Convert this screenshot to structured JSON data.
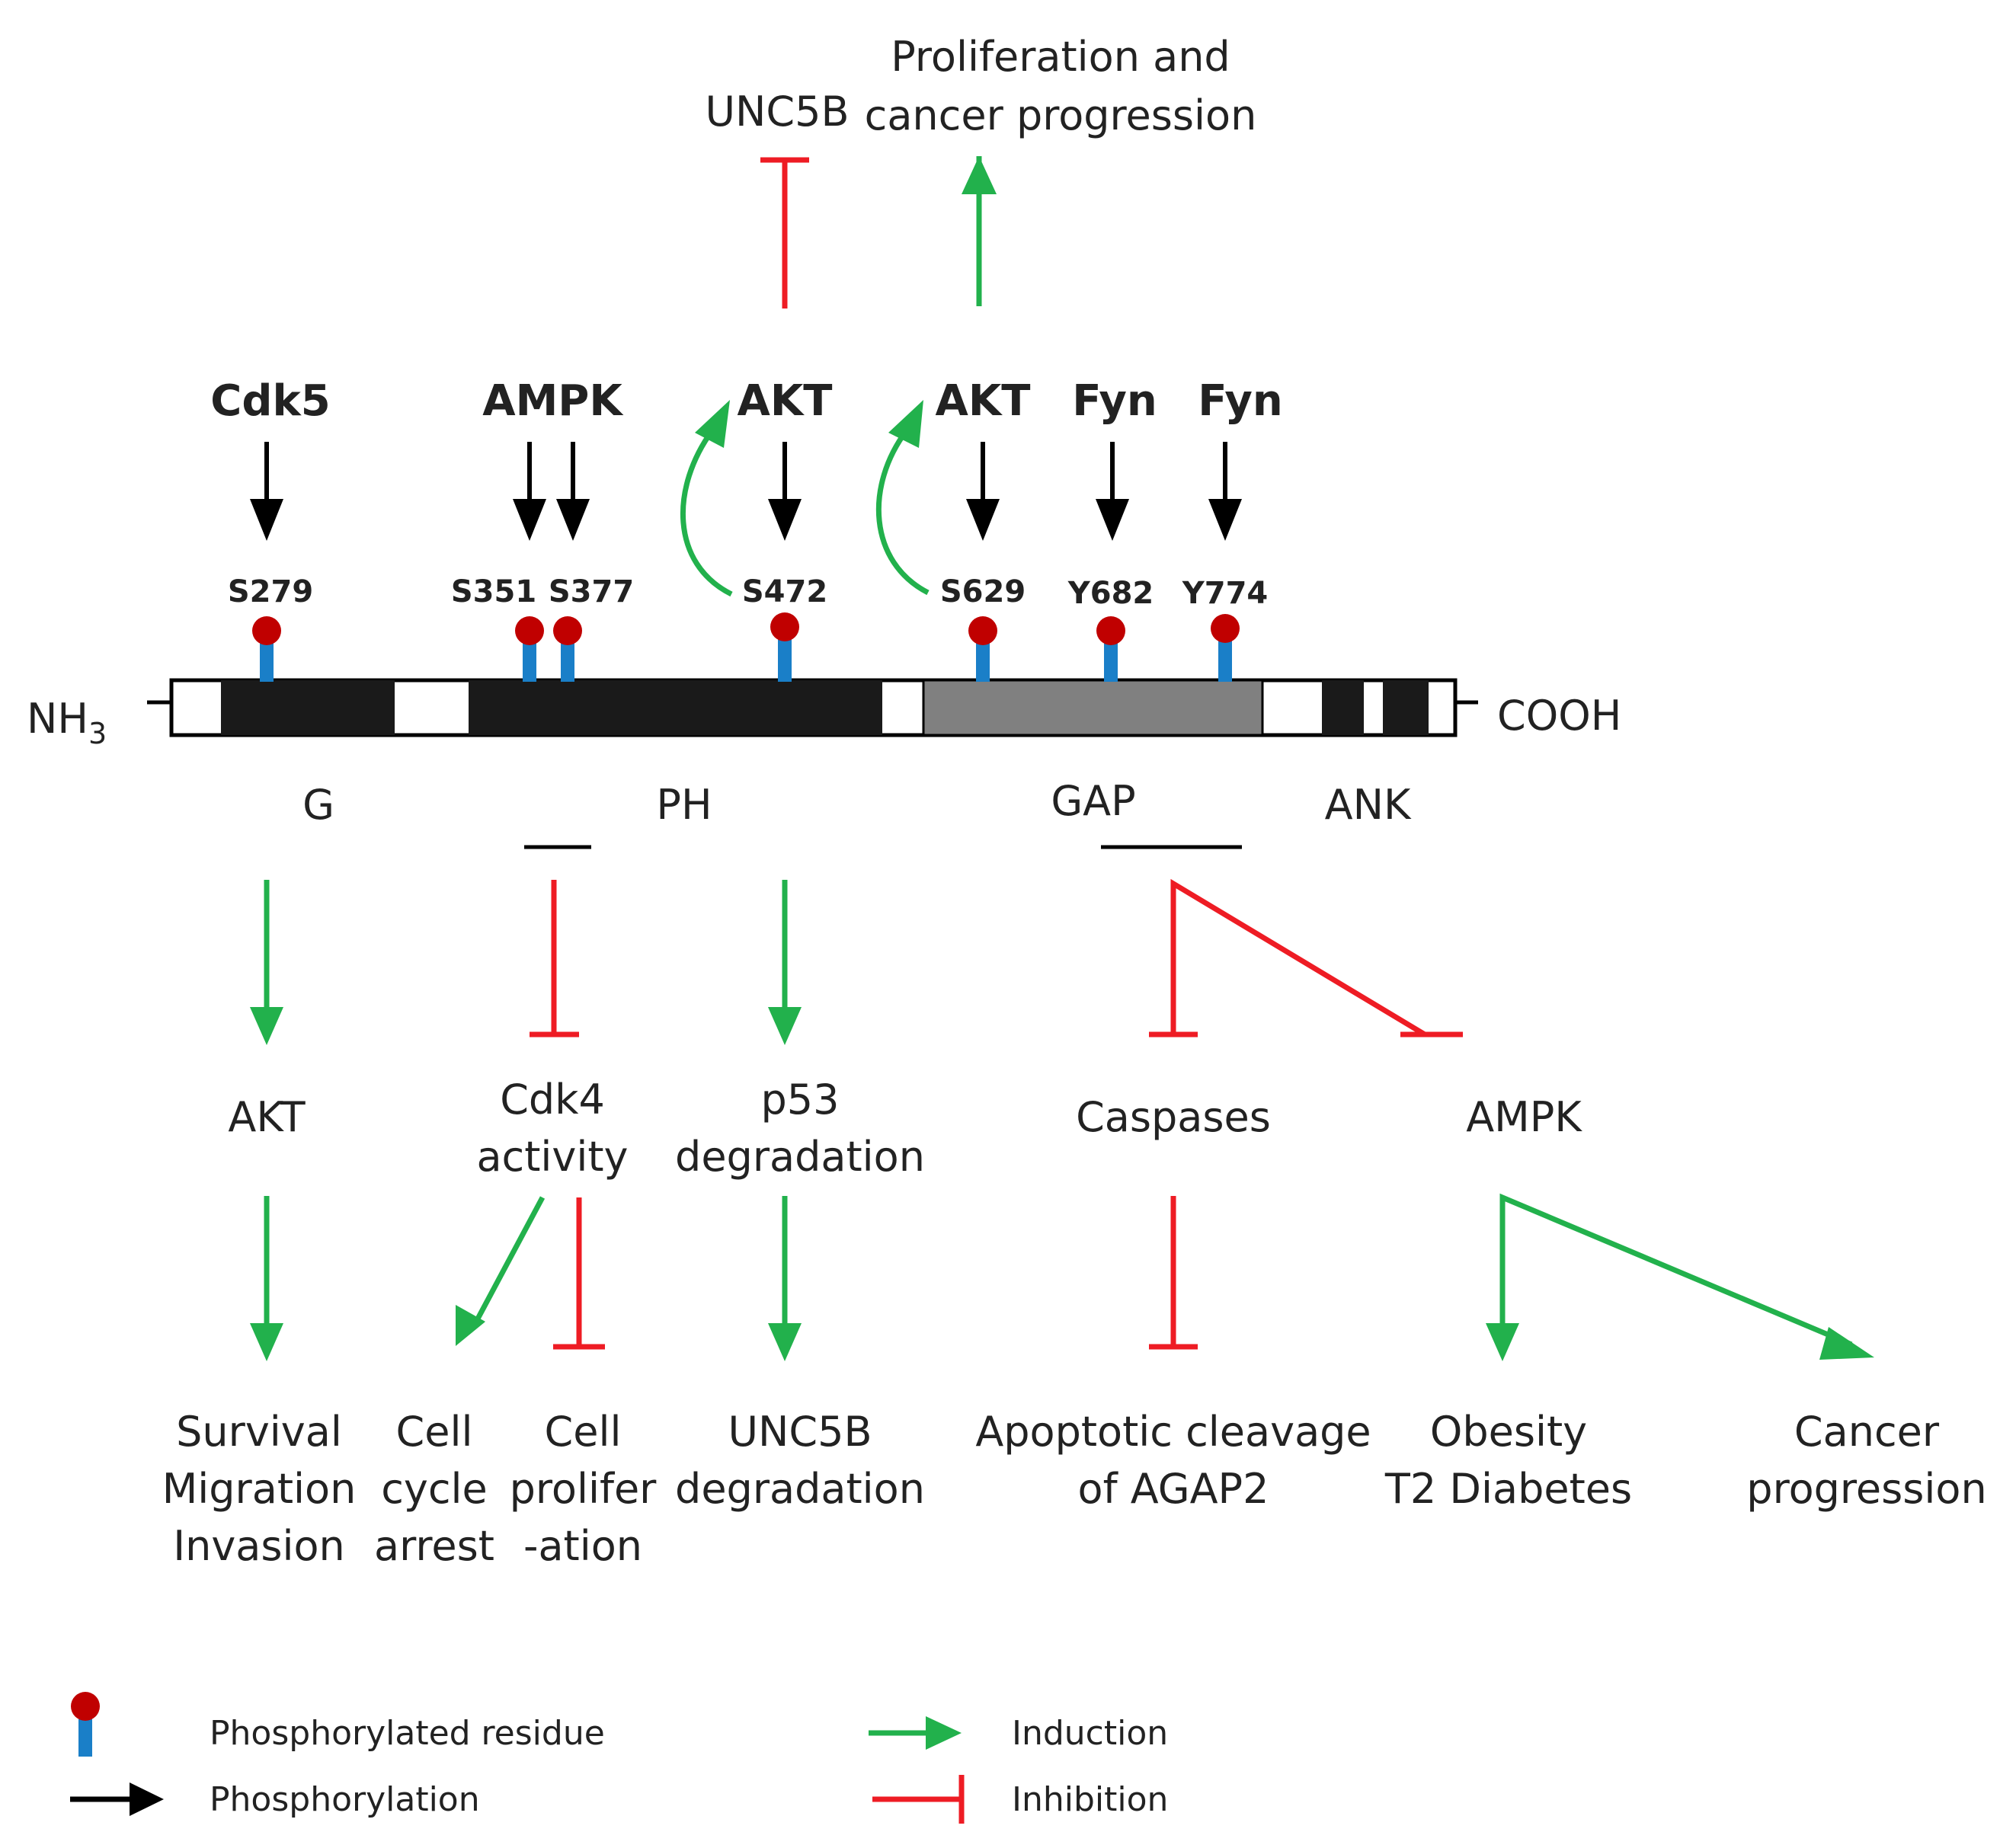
{
  "colors": {
    "induction": "#22b14c",
    "inhibition": "#ee1c24",
    "phosphorylation": "#000000",
    "residue_head": "#c00000",
    "residue_stem": "#1a7fc8",
    "domain_dark": "#1a1a1a",
    "domain_gap": "#808080"
  },
  "terminals": {
    "n": "NH",
    "n_sub": "3",
    "c": "COOH"
  },
  "domains": [
    "G",
    "PH",
    "GAP",
    "ANK"
  ],
  "kinases": [
    "Cdk5",
    "AMPK",
    "AKT",
    "AKT",
    "Fyn",
    "Fyn"
  ],
  "residues": [
    "S279",
    "S351",
    "S377",
    "S472",
    "S629",
    "Y682",
    "Y774"
  ],
  "top": {
    "unc5b": "UNC5B",
    "proliferation": [
      "Proliferation and",
      "cancer progression"
    ]
  },
  "middle": {
    "akt": "AKT",
    "cdk4": [
      "Cdk4",
      "activity"
    ],
    "p53": [
      "p53",
      "degradation"
    ],
    "caspases": "Caspases",
    "ampk": "AMPK"
  },
  "bottom": {
    "survival": [
      "Survival",
      "Migration",
      "Invasion"
    ],
    "cell_cycle": [
      "Cell",
      "cycle",
      "arrest"
    ],
    "cell_prolif": [
      "Cell",
      "prolifer",
      "-ation"
    ],
    "unc5b_deg": [
      "UNC5B",
      "degradation"
    ],
    "apoptotic": [
      "Apoptotic cleavage",
      "of AGAP2"
    ],
    "obesity": [
      "Obesity",
      "T2 Diabetes"
    ],
    "cancer": [
      "Cancer",
      "progression"
    ]
  },
  "legend": {
    "phos_residue": "Phosphorylated residue",
    "phosphorylation": "Phosphorylation",
    "induction": "Induction",
    "inhibition": "Inhibition"
  }
}
